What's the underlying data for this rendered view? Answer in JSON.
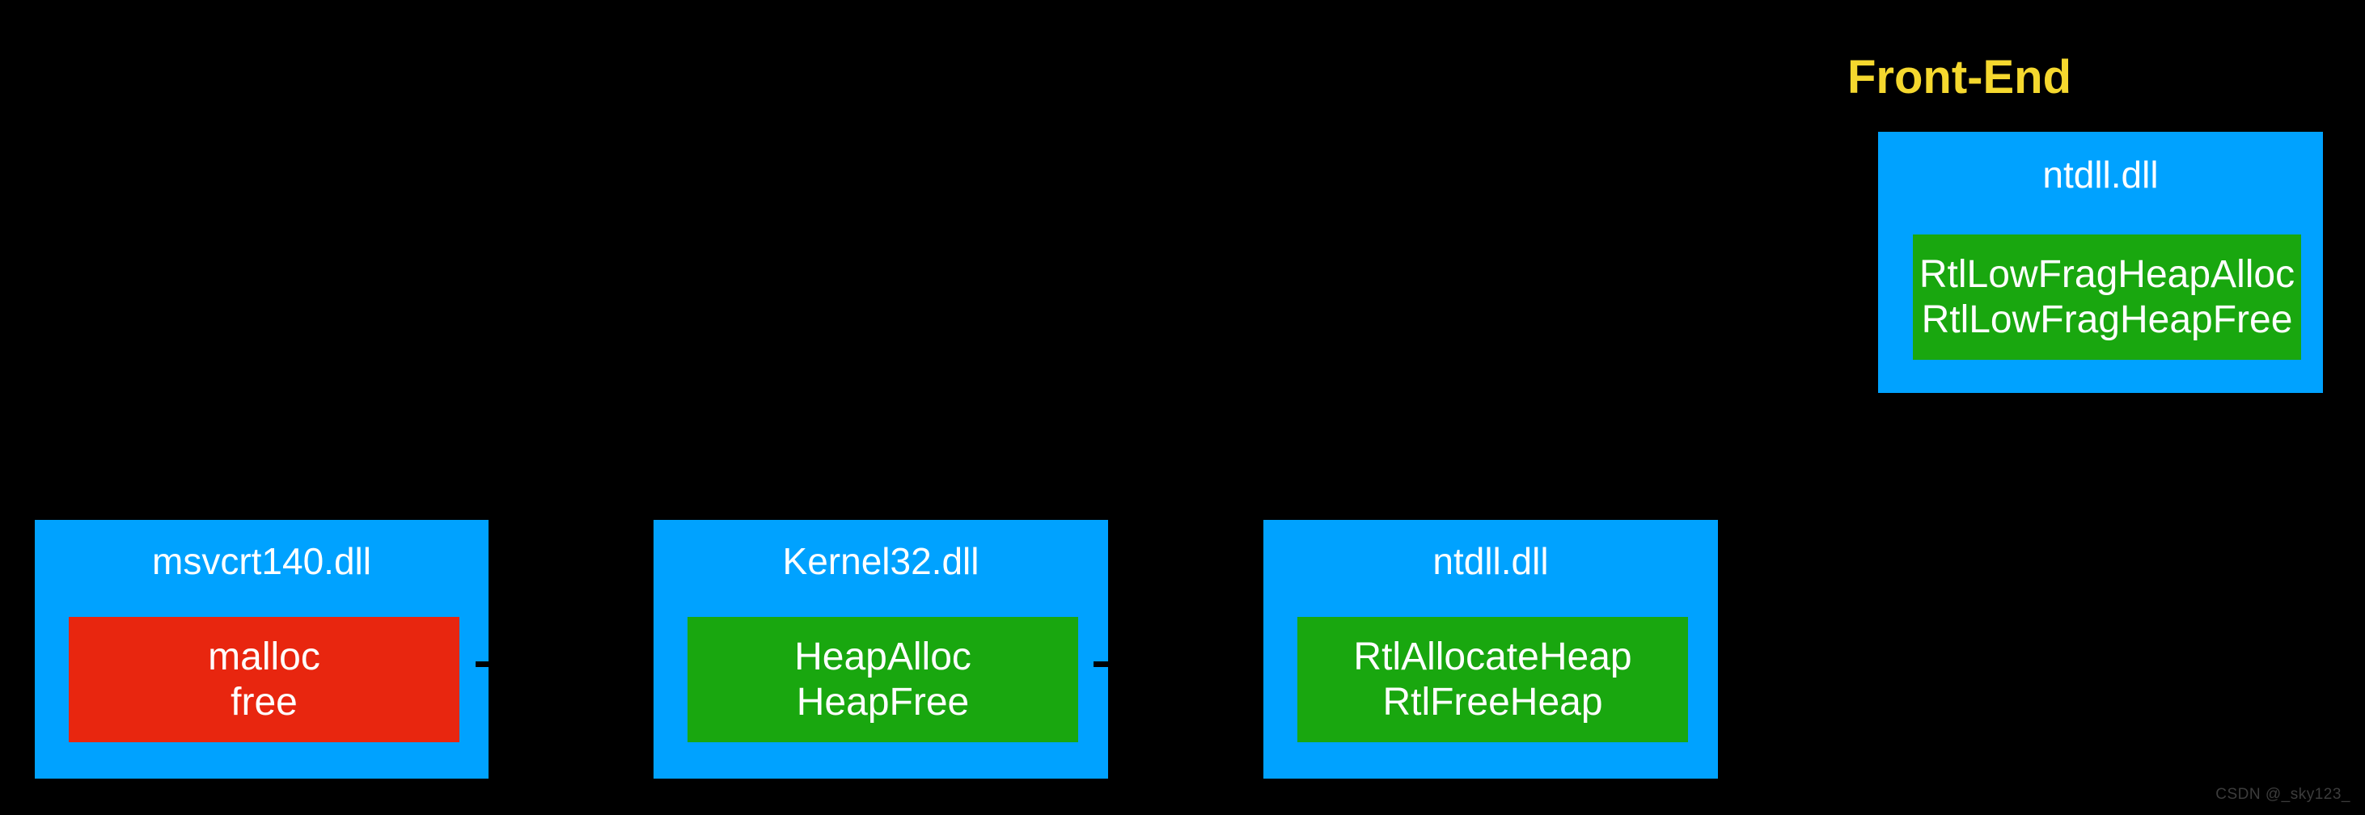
{
  "background_color": "#000000",
  "palette": {
    "module_blue": "#00A2FF",
    "alloc_green": "#19A70F",
    "crt_red": "#E8260F",
    "caption_yellow": "#F5D82E",
    "text_white": "#FFFFFF",
    "watermark_gray": "#3C3C3C"
  },
  "captions": {
    "front_end": "Front-End"
  },
  "front_end": {
    "module": {
      "title": "ntdll.dll",
      "functions": {
        "color": "#19A70F",
        "lines": [
          "RtlLowFragHeapAlloc",
          "RtlLowFragHeapFree"
        ]
      }
    }
  },
  "back_end": {
    "modules": [
      {
        "title": "msvcrt140.dll",
        "functions": {
          "color": "#E8260F",
          "lines": [
            "malloc",
            "free"
          ]
        }
      },
      {
        "title": "Kernel32.dll",
        "functions": {
          "color": "#19A70F",
          "lines": [
            "HeapAlloc",
            "HeapFree"
          ]
        }
      },
      {
        "title": "ntdll.dll",
        "functions": {
          "color": "#19A70F",
          "lines": [
            "RtlAllocateHeap",
            "RtlFreeHeap"
          ]
        }
      }
    ]
  },
  "watermark": {
    "text": "CSDN @_sky123_"
  }
}
